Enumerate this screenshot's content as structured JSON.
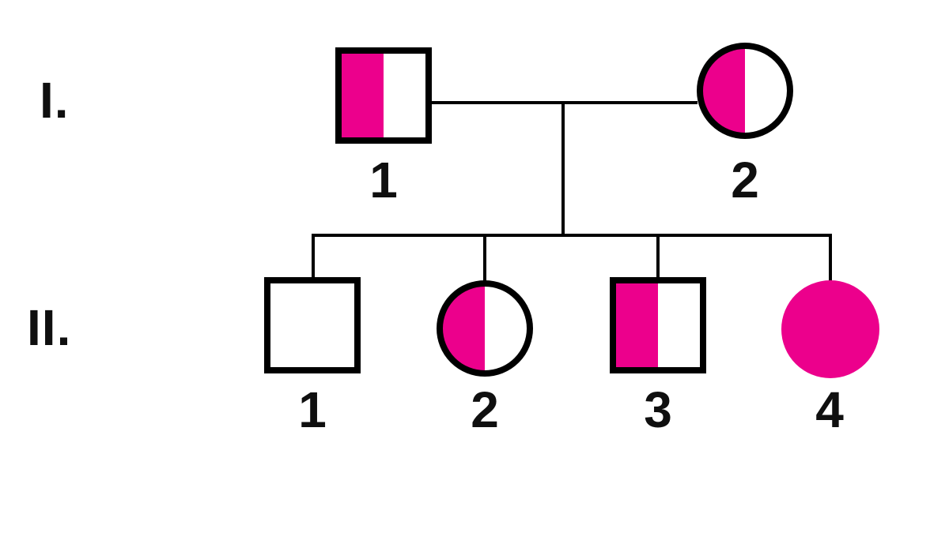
{
  "diagram": {
    "type": "pedigree-chart",
    "colors": {
      "affected": "#EC008C",
      "outline": "#000000",
      "line": "#000000",
      "background": "#FFFFFF"
    },
    "generations": [
      {
        "label": "I.",
        "individuals": [
          {
            "id": "I-1",
            "label": "1",
            "sex": "male",
            "shape": "square",
            "fill": "left-half"
          },
          {
            "id": "I-2",
            "label": "2",
            "sex": "female",
            "shape": "circle",
            "fill": "left-half"
          }
        ]
      },
      {
        "label": "II.",
        "individuals": [
          {
            "id": "II-1",
            "label": "1",
            "sex": "male",
            "shape": "square",
            "fill": "empty"
          },
          {
            "id": "II-2",
            "label": "2",
            "sex": "female",
            "shape": "circle",
            "fill": "left-half"
          },
          {
            "id": "II-3",
            "label": "3",
            "sex": "male",
            "shape": "square",
            "fill": "left-half"
          },
          {
            "id": "II-4",
            "label": "4",
            "sex": "female",
            "shape": "circle",
            "fill": "solid"
          }
        ]
      }
    ],
    "relationships": {
      "couple": [
        "I-1",
        "I-2"
      ],
      "children_of_couple": [
        "II-1",
        "II-2",
        "II-3",
        "II-4"
      ]
    }
  }
}
